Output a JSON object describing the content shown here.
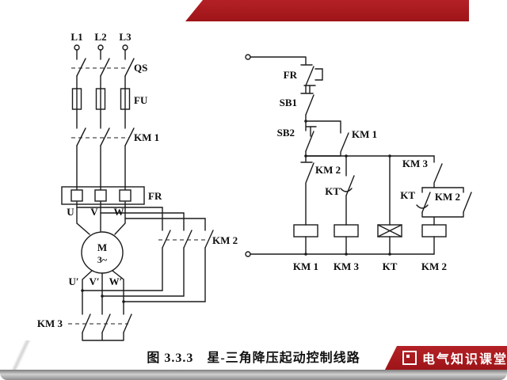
{
  "colors": {
    "banner_red": "#a4161a",
    "bar_gray": "#8d8d8d",
    "wire_black": "#1b1b1b"
  },
  "caption": "图 3.3.3　星-三角降压起动控制线路",
  "brand": "电气知识课堂",
  "main_circuit": {
    "phases": [
      "L1",
      "L2",
      "L3"
    ],
    "switch": "QS",
    "fuse": "FU",
    "contactor_main": "KM 1",
    "thermal_relay": "FR",
    "motor_terminals_top": [
      "U",
      "V",
      "W"
    ],
    "motor_label": "M",
    "motor_phase": "3~",
    "motor_terminals_bottom": [
      "U′",
      "V′",
      "W′"
    ],
    "contactor_delta": "KM 2",
    "contactor_star": "KM 3"
  },
  "control_circuit": {
    "thermal_contact": "FR",
    "stop_button": "SB1",
    "start_button": "SB2",
    "seal_in_contact": "KM 1",
    "interlock_km2": "KM 2",
    "timer_contact_left": "KT",
    "aux_km3": "KM 3",
    "timer_contact_right": "KT",
    "aux_km2": "KM 2",
    "coils": [
      "KM 1",
      "KM 3",
      "KT",
      "KM 2"
    ]
  }
}
